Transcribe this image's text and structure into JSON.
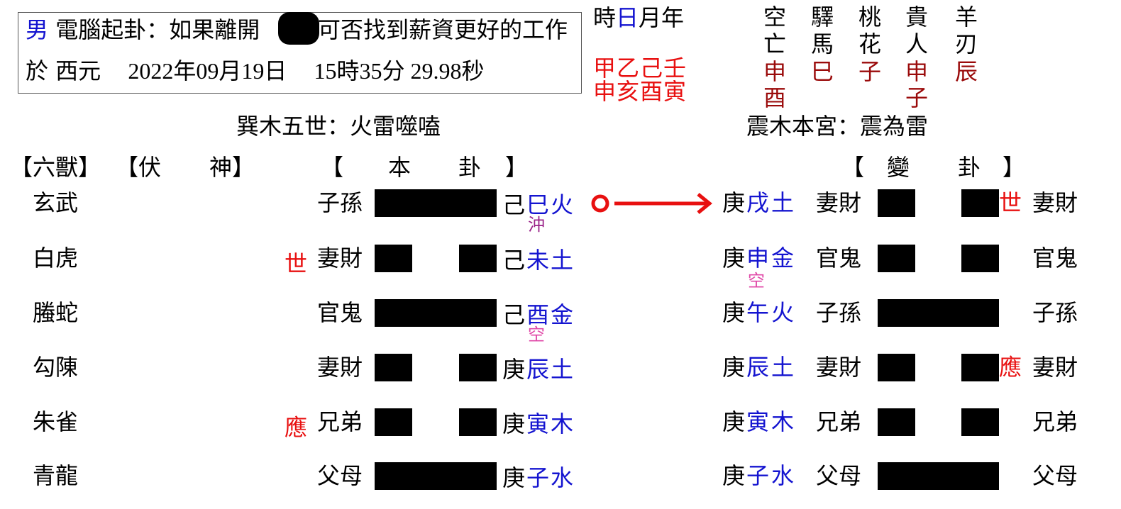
{
  "header": {
    "gender": "男",
    "title_prefix": "電腦起卦：如果離開",
    "title_suffix": "可否找到薪資更好的工作",
    "date_prefix": "於 西元",
    "date": "2022年09月19日",
    "time": "15時35分 29.98秒"
  },
  "pillars": {
    "labels": [
      "時",
      "日",
      "月",
      "年"
    ],
    "stems": "甲乙己壬",
    "branches": "申亥酉寅"
  },
  "shensha": {
    "columns": [
      {
        "label1": "空",
        "label2": "亡",
        "values": [
          "申",
          "酉"
        ]
      },
      {
        "label1": "驛",
        "label2": "馬",
        "values": [
          "巳"
        ]
      },
      {
        "label1": "桃",
        "label2": "花",
        "values": [
          "子"
        ]
      },
      {
        "label1": "貴",
        "label2": "人",
        "values": [
          "申",
          "子"
        ]
      },
      {
        "label1": "羊",
        "label2": "刃",
        "values": [
          "辰"
        ]
      }
    ]
  },
  "original": {
    "palace_title": "巽木五世：火雷噬嗑",
    "header_beasts": "【六獸】",
    "header_fushen_open": "【伏",
    "header_fushen_close": "神】",
    "header_open": "【",
    "header_c1": "本",
    "header_c2": "卦",
    "header_close": "】"
  },
  "changed": {
    "palace_title": "震木本宮：震為雷",
    "header_open": "【",
    "header_c1": "變",
    "header_c2": "卦",
    "header_close": "】"
  },
  "lines": [
    {
      "beast": "玄武",
      "orig_marker": "",
      "orig_relation": "子孫",
      "orig_type": "yang",
      "orig_stem": "己",
      "orig_branch": "巳",
      "orig_element": "火",
      "orig_note": "沖",
      "orig_note_kind": "chong",
      "moving": true,
      "chg_stem": "庚",
      "chg_branch": "戌",
      "chg_element": "土",
      "chg_note": "",
      "chg_relation": "妻財",
      "chg_type": "yin",
      "chg_marker": "世",
      "chg_relation2": "妻財"
    },
    {
      "beast": "白虎",
      "orig_marker": "世",
      "orig_relation": "妻財",
      "orig_type": "yin",
      "orig_stem": "己",
      "orig_branch": "未",
      "orig_element": "土",
      "orig_note": "",
      "orig_note_kind": "",
      "moving": false,
      "chg_stem": "庚",
      "chg_branch": "申",
      "chg_element": "金",
      "chg_note": "空",
      "chg_relation": "官鬼",
      "chg_type": "yin",
      "chg_marker": "",
      "chg_relation2": "官鬼"
    },
    {
      "beast": "螣蛇",
      "orig_marker": "",
      "orig_relation": "官鬼",
      "orig_type": "yang",
      "orig_stem": "己",
      "orig_branch": "酉",
      "orig_element": "金",
      "orig_note": "空",
      "orig_note_kind": "kong",
      "moving": false,
      "chg_stem": "庚",
      "chg_branch": "午",
      "chg_element": "火",
      "chg_note": "",
      "chg_relation": "子孫",
      "chg_type": "yang",
      "chg_marker": "",
      "chg_relation2": "子孫"
    },
    {
      "beast": "勾陳",
      "orig_marker": "",
      "orig_relation": "妻財",
      "orig_type": "yin",
      "orig_stem": "庚",
      "orig_branch": "辰",
      "orig_element": "土",
      "orig_note": "",
      "orig_note_kind": "",
      "moving": false,
      "chg_stem": "庚",
      "chg_branch": "辰",
      "chg_element": "土",
      "chg_note": "",
      "chg_relation": "妻財",
      "chg_type": "yin",
      "chg_marker": "應",
      "chg_relation2": "妻財"
    },
    {
      "beast": "朱雀",
      "orig_marker": "應",
      "orig_relation": "兄弟",
      "orig_type": "yin",
      "orig_stem": "庚",
      "orig_branch": "寅",
      "orig_element": "木",
      "orig_note": "",
      "orig_note_kind": "",
      "moving": false,
      "chg_stem": "庚",
      "chg_branch": "寅",
      "chg_element": "木",
      "chg_note": "",
      "chg_relation": "兄弟",
      "chg_type": "yin",
      "chg_marker": "",
      "chg_relation2": "兄弟"
    },
    {
      "beast": "青龍",
      "orig_marker": "",
      "orig_relation": "父母",
      "orig_type": "yang",
      "orig_stem": "庚",
      "orig_branch": "子",
      "orig_element": "水",
      "orig_note": "",
      "orig_note_kind": "",
      "moving": false,
      "chg_stem": "庚",
      "chg_branch": "子",
      "chg_element": "水",
      "chg_note": "",
      "chg_relation": "父母",
      "chg_type": "yang",
      "chg_marker": "",
      "chg_relation2": "父母"
    }
  ],
  "moving_indicator": {
    "symbol": "moving-yang-circle",
    "arrow": "red-arrow-right",
    "color": "#e81010"
  },
  "colors": {
    "blue": "#1414d0",
    "red": "#e81010",
    "dark_red": "#9a0a0a",
    "chong": "#9a2288",
    "kong": "#e04aa8"
  }
}
